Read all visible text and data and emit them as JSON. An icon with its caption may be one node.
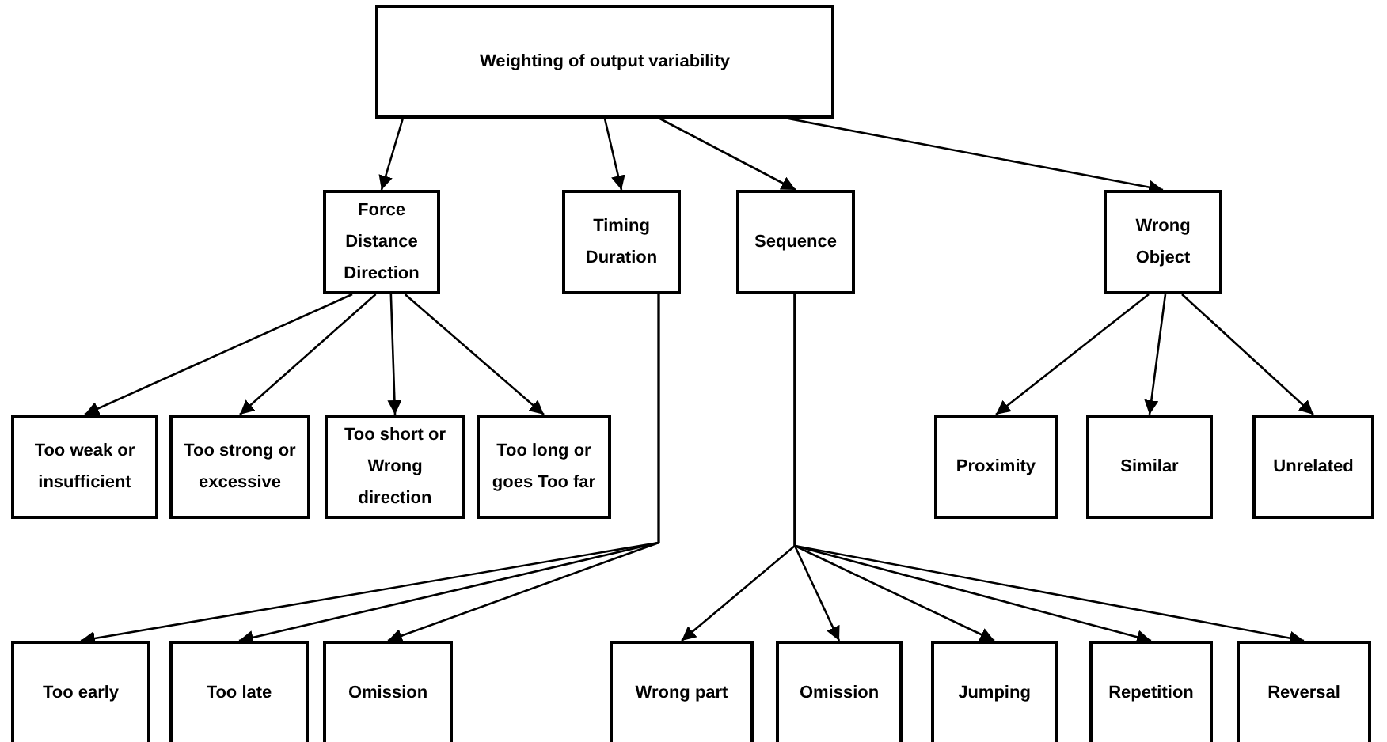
{
  "diagram": {
    "nodes": [
      {
        "text": [
          "Weighting of output variability"
        ]
      },
      {
        "text": [
          "Force Distance Direction"
        ]
      },
      {
        "text": [
          "Timing Duration"
        ]
      },
      {
        "text": [
          "Sequence"
        ]
      },
      {
        "text": [
          "Wrong Object"
        ]
      },
      {
        "text": [
          "Too weak or insufficient"
        ]
      },
      {
        "text": [
          "Too strong or excessive"
        ]
      },
      {
        "text": [
          "Too short or Wrong direction"
        ]
      },
      {
        "text": [
          "Too long or goes Too far"
        ]
      },
      {
        "text": [
          "Proximity"
        ]
      },
      {
        "text": [
          "Similar"
        ]
      },
      {
        "text": [
          "Unrelated"
        ]
      },
      {
        "text": [
          "Too early"
        ]
      },
      {
        "text": [
          "Too late"
        ]
      },
      {
        "text": [
          "Omission"
        ]
      },
      {
        "text": [
          "Wrong part"
        ]
      },
      {
        "text": [
          "Omission"
        ]
      },
      {
        "text": [
          "Jumping"
        ]
      },
      {
        "text": [
          "Repetition"
        ]
      },
      {
        "text": [
          "Reversal"
        ]
      }
    ],
    "edges": [
      {
        "from": 0,
        "to": 1,
        "arrow": "to"
      },
      {
        "from": 0,
        "to": 2,
        "arrow": "to"
      },
      {
        "from": 0,
        "to": 3,
        "arrow": "to"
      },
      {
        "from": 0,
        "to": 4,
        "arrow": "to"
      },
      {
        "from": 1,
        "to": 5,
        "arrow": "to"
      },
      {
        "from": 1,
        "to": 6,
        "arrow": "to"
      },
      {
        "from": 1,
        "to": 7,
        "arrow": "to"
      },
      {
        "from": 1,
        "to": 8,
        "arrow": "to"
      },
      {
        "from": 4,
        "to": 9,
        "arrow": "to"
      },
      {
        "from": 4,
        "to": 10,
        "arrow": "to"
      },
      {
        "from": 4,
        "to": 11,
        "arrow": "to"
      },
      {
        "from": 2,
        "to": 12,
        "arrow": "to"
      },
      {
        "from": 2,
        "to": 13,
        "arrow": "to"
      },
      {
        "from": 2,
        "to": 14,
        "arrow": "to"
      },
      {
        "from": 3,
        "to": 15,
        "arrow": "to"
      },
      {
        "from": 3,
        "to": 16,
        "arrow": "to"
      },
      {
        "from": 3,
        "to": 17,
        "arrow": "to"
      },
      {
        "from": 3,
        "to": 18,
        "arrow": "to"
      },
      {
        "from": 3,
        "to": 19,
        "arrow": "to"
      }
    ]
  }
}
